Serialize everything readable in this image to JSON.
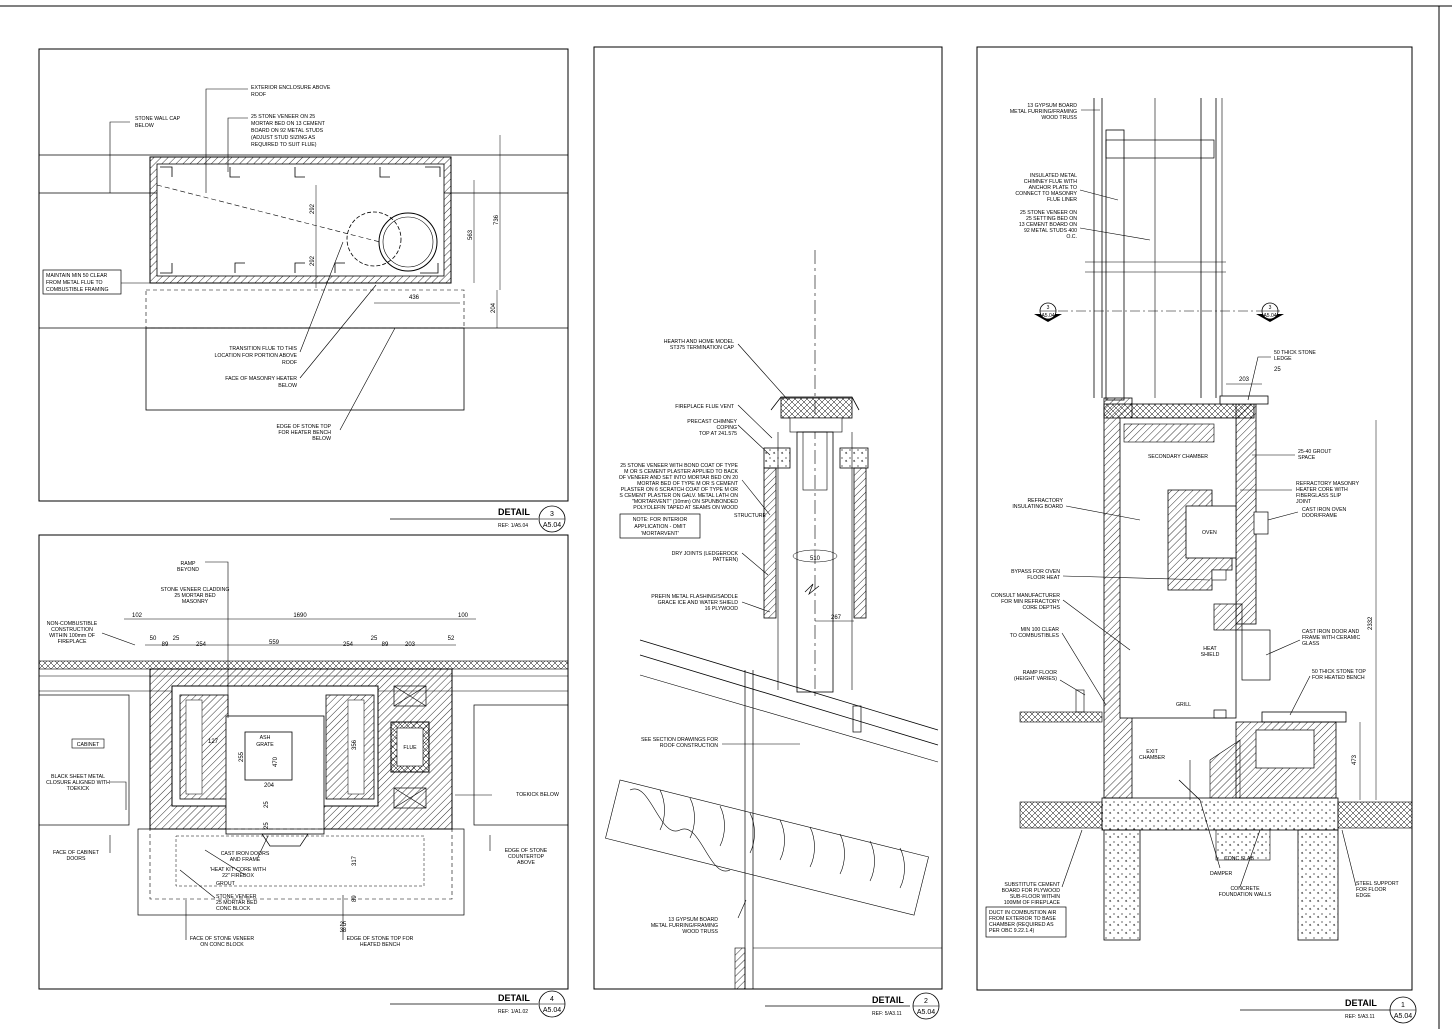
{
  "details": [
    {
      "title": "DETAIL",
      "number": "3",
      "sheet": "A5.04",
      "ref": "REF: 1/A5.04"
    },
    {
      "title": "DETAIL",
      "number": "4",
      "sheet": "A5.04",
      "ref": "REF: 1/A1.02"
    },
    {
      "title": "DETAIL",
      "number": "2",
      "sheet": "A5.04",
      "ref": "REF: 5/A3.11"
    },
    {
      "title": "DETAIL",
      "number": "1",
      "sheet": "A5.04",
      "ref": "REF: 5/A3.11"
    }
  ],
  "d3": {
    "labels": [
      [
        "EXTERIOR ENCLOSURE ABOVE",
        "ROOF"
      ],
      [
        "STONE WALL CAP",
        "BELOW"
      ],
      [
        "25 STONE VENEER ON 25",
        "MORTAR BED ON 13 CEMENT",
        "BOARD ON 92 METAL STUDS",
        "(ADJUST STUD SIZING AS",
        "REQUIRED TO SUIT FLUE)"
      ],
      [
        "MAINTAIN MIN 50 CLEAR",
        "FROM METAL FLUE TO",
        "COMBUSTIBLE FRAMING"
      ],
      [
        "TRANSITION FLUE TO THIS",
        "LOCATION FOR PORTION ABOVE",
        "ROOF"
      ],
      [
        "FACE OF MASONRY HEATER",
        "BELOW"
      ],
      [
        "EDGE OF STONE TOP",
        "FOR HEATER BENCH",
        "BELOW"
      ]
    ],
    "dims": [
      "292",
      "292",
      "563",
      "736",
      "436",
      "204"
    ]
  },
  "d4": {
    "labels": [
      [
        "RAMP",
        "BEYOND"
      ],
      [
        "STONE VENEER CLADDING",
        "25 MORTAR BED",
        "MASONRY"
      ],
      [
        "NON-COMBUSTIBLE",
        "CONSTRUCTION",
        "WITHIN 100mm OF",
        "FIREPLACE"
      ],
      [
        "CABINET"
      ],
      [
        "BLACK SHEET METAL",
        "CLOSURE ALIGNED WITH",
        "TOEKICK"
      ],
      [
        "ASH",
        "GRATE"
      ],
      [
        "FLUE"
      ],
      [
        "TOEKICK BELOW"
      ],
      [
        "FACE OF CABINET",
        "DOORS"
      ],
      [
        "EDGE OF STONE",
        "COUNTERTOP",
        "ABOVE"
      ],
      [
        "CAST IRON DOORS",
        "AND FRAME"
      ],
      [
        "'HEAT KIT' CORE WITH",
        "22\" FIREBOX"
      ],
      [
        "GROUT"
      ],
      [
        "STONE VENEER",
        "25 MORTAR BED",
        "CONC BLOCK"
      ],
      [
        "FACE OF STONE VENEER",
        "ON CONC BLOCK"
      ],
      [
        "EDGE OF STONE TOP FOR",
        "HEATED BENCH"
      ]
    ],
    "dims": [
      "102",
      "1690",
      "100",
      "50",
      "25",
      "89",
      "254",
      "559",
      "254",
      "25",
      "89",
      "203",
      "52",
      "127",
      "470",
      "255",
      "204",
      "25",
      "25",
      "317",
      "89",
      "25",
      "38",
      "356"
    ]
  },
  "d2": {
    "labels": [
      [
        "HEARTH AND HOME MODEL",
        "ST375 TERMINATION CAP"
      ],
      [
        "FIREPLACE FLUE VENT"
      ],
      [
        "PRECAST CHIMNEY",
        "COPING",
        "TOP AT 241.575"
      ],
      [
        "25 STONE VENEER WITH BOND COAT OF TYPE",
        "M OR S CEMENT PLASTER APPLIED TO BACK",
        "OF VENEER AND SET INTO MORTAR BED ON 20",
        "MORTAR BED OF TYPE M OR S CEMENT",
        "PLASTER ON 6 SCRATCH COAT OF TYPE M OR",
        "S CEMENT PLASTER ON GALV. METAL LATH ON",
        "\"MORTARVENT\" (10mm) ON SPUNBONDED",
        "POLYOLEFIN TAPED AT SEAMS ON WOOD",
        "STRUCTURE"
      ],
      [
        "NOTE: FOR INTERIOR",
        "APPLICATION - OMIT",
        "'MORTARVENT'"
      ],
      [
        "DRY JOINTS (LEDGEROCK",
        "PATTERN)"
      ],
      [
        "PREFIN METAL FLASHING/SADDLE",
        "GRACE ICE AND WATER SHIELD",
        "16 PLYWOOD"
      ],
      [
        "SEE SECTION DRAWINGS FOR",
        "ROOF CONSTRUCTION"
      ],
      [
        "13 GYPSUM BOARD",
        "METAL FURRING/FRAMING",
        "WOOD TRUSS"
      ]
    ],
    "dims": [
      "510",
      "267"
    ]
  },
  "d1": {
    "labels": [
      [
        "13 GYPSUM BOARD",
        "METAL FURRING/FRAMING",
        "WOOD TRUSS"
      ],
      [
        "INSULATED METAL",
        "CHIMNEY FLUE WITH",
        "ANCHOR PLATE TO",
        "CONNECT TO MASONRY",
        "FLUE LINER"
      ],
      [
        "25 STONE VENEER ON",
        "25 SETTING BED ON",
        "13 CEMENT BOARD ON",
        "92 METAL STUDS 400",
        "O.C."
      ],
      [
        "50 THICK STONE",
        "LEDGE"
      ],
      [
        "SECONDARY CHAMBER"
      ],
      [
        "25-40 GROUT",
        "SPACE"
      ],
      [
        "REFRACTORY MASONRY",
        "HEATER CORE WITH",
        "FIBERGLASS SLIP",
        "JOINT"
      ],
      [
        "REFRACTORY",
        "INSULATING BOARD"
      ],
      [
        "CAST IRON OVEN",
        "DOOR/FRAME"
      ],
      [
        "OVEN"
      ],
      [
        "BYPASS FOR OVEN",
        "FLOOR HEAT"
      ],
      [
        "CONSULT MANUFACTURER",
        "FOR MIN REFRACTORY",
        "CORE DEPTHS"
      ],
      [
        "MIN 100 CLEAR",
        "TO COMBUSTIBLES"
      ],
      [
        "CAST IRON DOOR AND",
        "FRAME WITH CERAMIC",
        "GLASS"
      ],
      [
        "HEAT",
        "SHIELD"
      ],
      [
        "RAMP FLOOR",
        "(HEIGHT VARIES)"
      ],
      [
        "50 THICK STONE TOP",
        "FOR HEATED BENCH"
      ],
      [
        "GRILL"
      ],
      [
        "EXIT",
        "CHAMBER"
      ],
      [
        "CONC SLAB"
      ],
      [
        "DAMPER"
      ],
      [
        "CONCRETE",
        "FOUNDATION WALLS"
      ],
      [
        "SUBSTITUTE CEMENT",
        "BOARD FOR PLYWOOD",
        "SUB-FLOOR WITHIN",
        "100MM OF FIREPLACE"
      ],
      [
        "STEEL SUPPORT",
        "FOR FLOOR",
        "EDGE"
      ],
      [
        "DUCT IN COMBUSTION AIR",
        "FROM EXTERIOR TO BASE",
        "CHAMBER (REQUIRED AS",
        "PER OBC 9.22.1.4)"
      ]
    ],
    "dims": [
      "203",
      "25",
      "2332",
      "473"
    ],
    "markers": [
      {
        "number": "3",
        "sheet": "A5.04"
      },
      {
        "number": "3",
        "sheet": "A5.04"
      }
    ]
  }
}
